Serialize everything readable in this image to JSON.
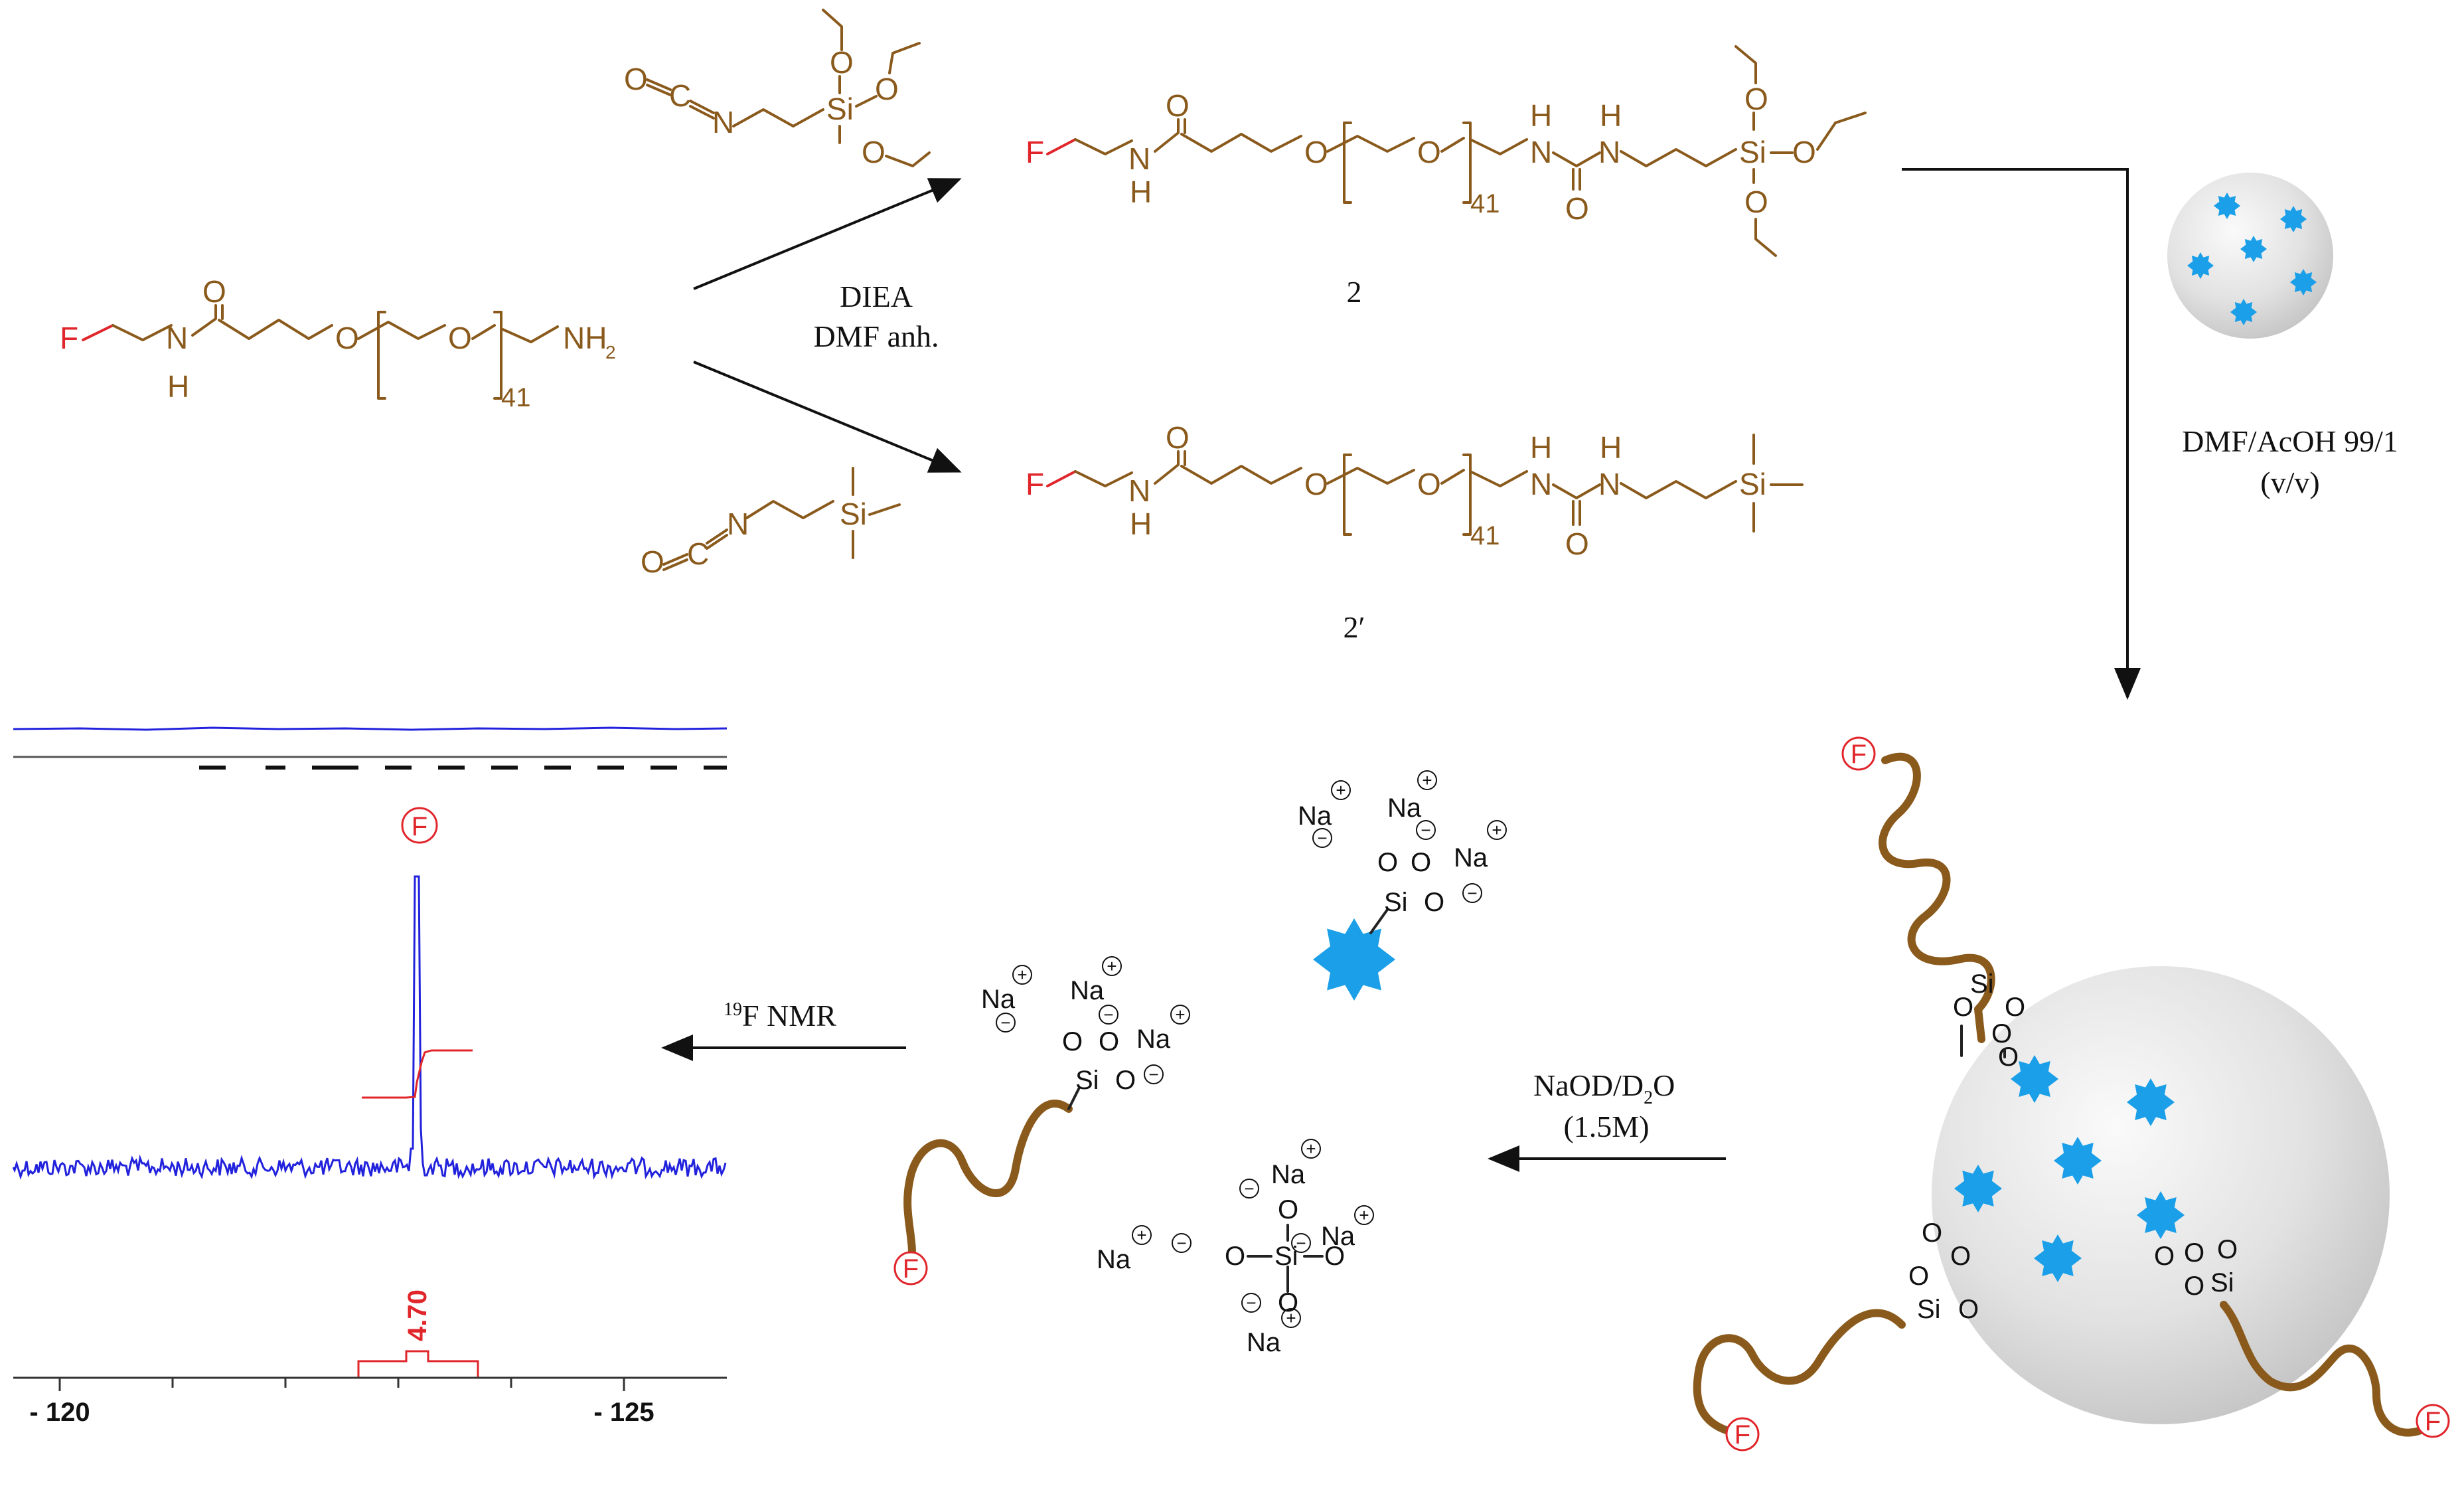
{
  "colors": {
    "chain_brown": "#8a5a1c",
    "fluorine_red": "#e0262b",
    "star_blue": "#1a9fe8",
    "spectrum_blue": "#2222dd",
    "integral_red": "#e0262b"
  },
  "reagents": {
    "condition_line1": "DIEA",
    "condition_line2": "DMF anh.",
    "compound_2_label": "2",
    "compound_2p_label": "2′",
    "repeat_n": "41",
    "atoms": {
      "F": "F",
      "N": "N",
      "H": "H",
      "O": "O",
      "C": "C",
      "Si": "Si",
      "NH2": "NH",
      "NH2_sub": "2"
    }
  },
  "conditions": {
    "grafting_line1": "DMF/AcOH 99/1",
    "grafting_line2": "(v/v)",
    "hydrolysis_line1": "NaOD/D",
    "hydrolysis_sub": "2",
    "hydrolysis_line1_end": "O",
    "hydrolysis_line2": "(1.5M)",
    "nmr_sup": "19",
    "nmr_label": "F NMR"
  },
  "ions": {
    "sodium": "Na",
    "plus": "+",
    "minus": "−",
    "oxygen": "O",
    "silicon": "Si",
    "fluorine": "F"
  },
  "spectrum": {
    "integral_value": "4.70",
    "axis_ticks": [
      "- 120",
      "- 125"
    ],
    "fluorine_badge": "F"
  }
}
